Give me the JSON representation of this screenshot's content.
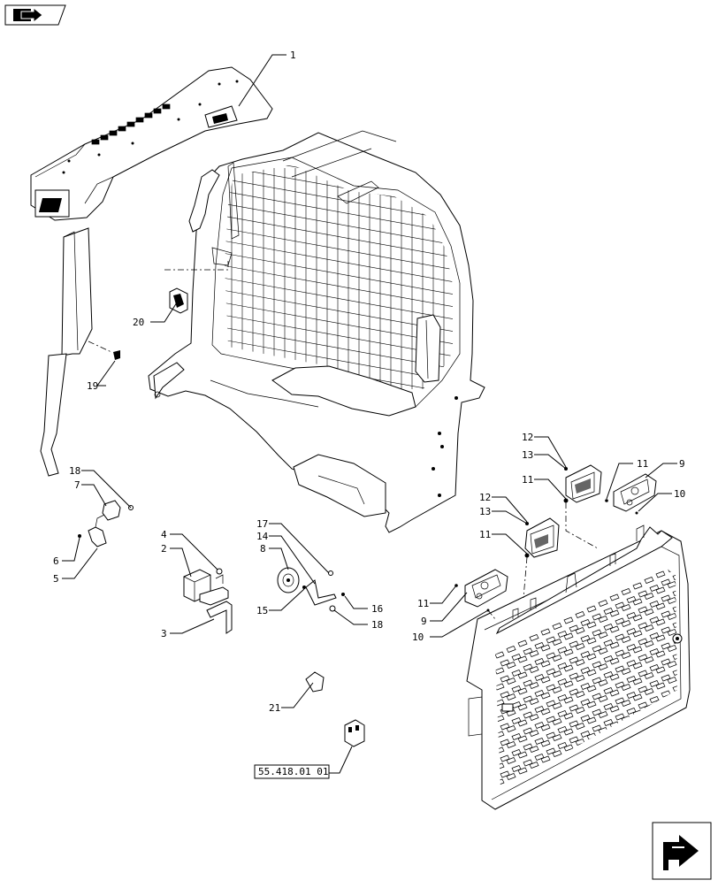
{
  "callouts": {
    "c1": "1",
    "c2": "2",
    "c3": "3",
    "c4": "4",
    "c5": "5",
    "c6": "6",
    "c7": "7",
    "c8": "8",
    "c9a": "9",
    "c9b": "9",
    "c10a": "10",
    "c10b": "10",
    "c11a": "11",
    "c11b": "11",
    "c11c": "11",
    "c11d": "11",
    "c12a": "12",
    "c12b": "12",
    "c13a": "13",
    "c13b": "13",
    "c14": "14",
    "c15": "15",
    "c16": "16",
    "c17": "17",
    "c18a": "18",
    "c18b": "18",
    "c19": "19",
    "c20": "20",
    "c21": "21"
  },
  "reference_box": {
    "label": "55.418.01 01"
  },
  "icons": {
    "top_left": "book-arrow-icon",
    "bottom_right": "next-page-arrow-icon"
  }
}
